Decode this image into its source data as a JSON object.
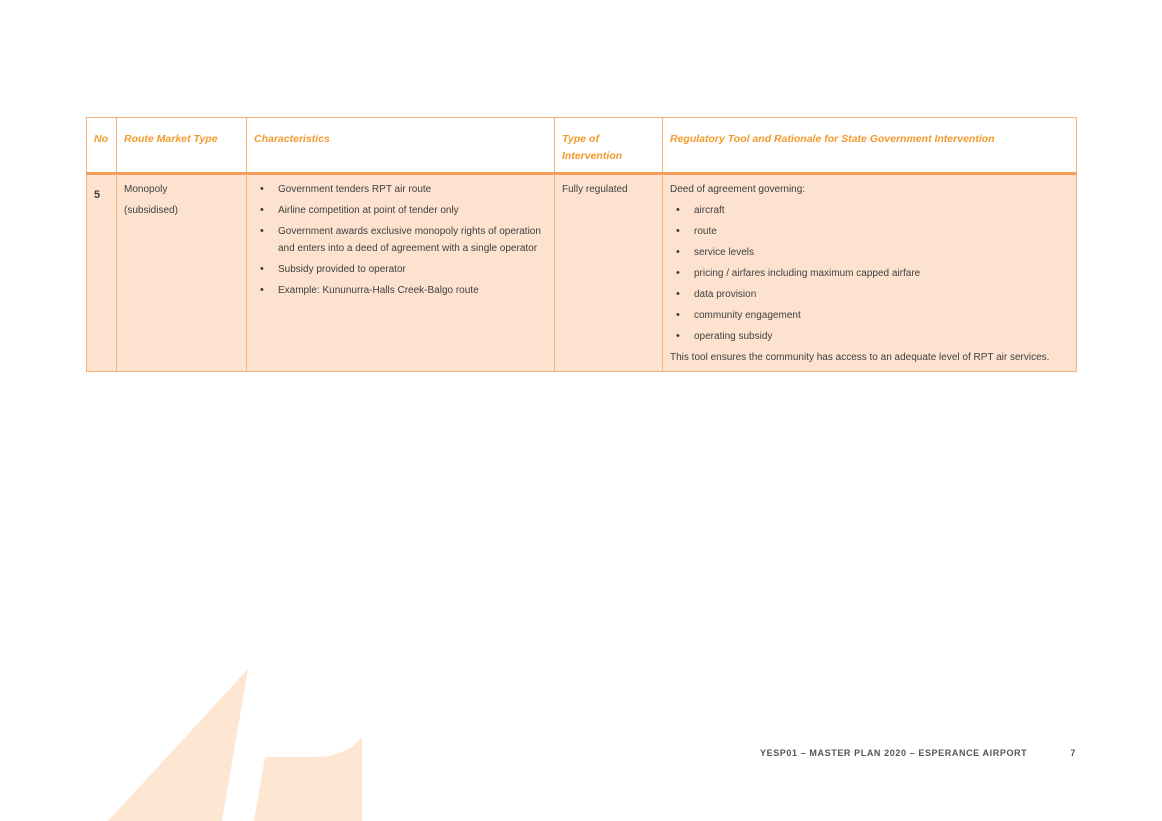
{
  "table": {
    "headers": {
      "no": "No",
      "route_market_type": "Route Market Type",
      "characteristics": "Characteristics",
      "type_of_intervention": "Type of Intervention",
      "regulatory_tool": "Regulatory Tool and Rationale for State Government Intervention"
    },
    "rows": [
      {
        "no": "5",
        "route_market_type": [
          "Monopoly",
          "(subsidised)"
        ],
        "characteristics": [
          "Government tenders RPT air route",
          "Airline competition at point of tender only",
          "Government awards exclusive monopoly rights of operation and enters into a deed of agreement with a single operator",
          "Subsidy provided to operator",
          "Example: Kununurra-Halls Creek-Balgo route"
        ],
        "type_of_intervention": "Fully regulated",
        "regulatory_tool": {
          "intro": "Deed of agreement governing:",
          "items": [
            "aircraft",
            "route",
            "service levels",
            "pricing / airfares including maximum capped airfare",
            "data provision",
            "community engagement",
            "operating subsidy"
          ],
          "outro": "This tool ensures the community has access to an adequate level of RPT air services."
        }
      }
    ]
  },
  "footer": {
    "title": "YESP01 – MASTER PLAN 2020 – ESPERANCE AIRPORT",
    "page_number": "7"
  },
  "colors": {
    "accent": "#f39a2e",
    "cell_fill": "#fde3cf",
    "border": "#f6b47a",
    "logo_fill": "#fde6d2"
  }
}
